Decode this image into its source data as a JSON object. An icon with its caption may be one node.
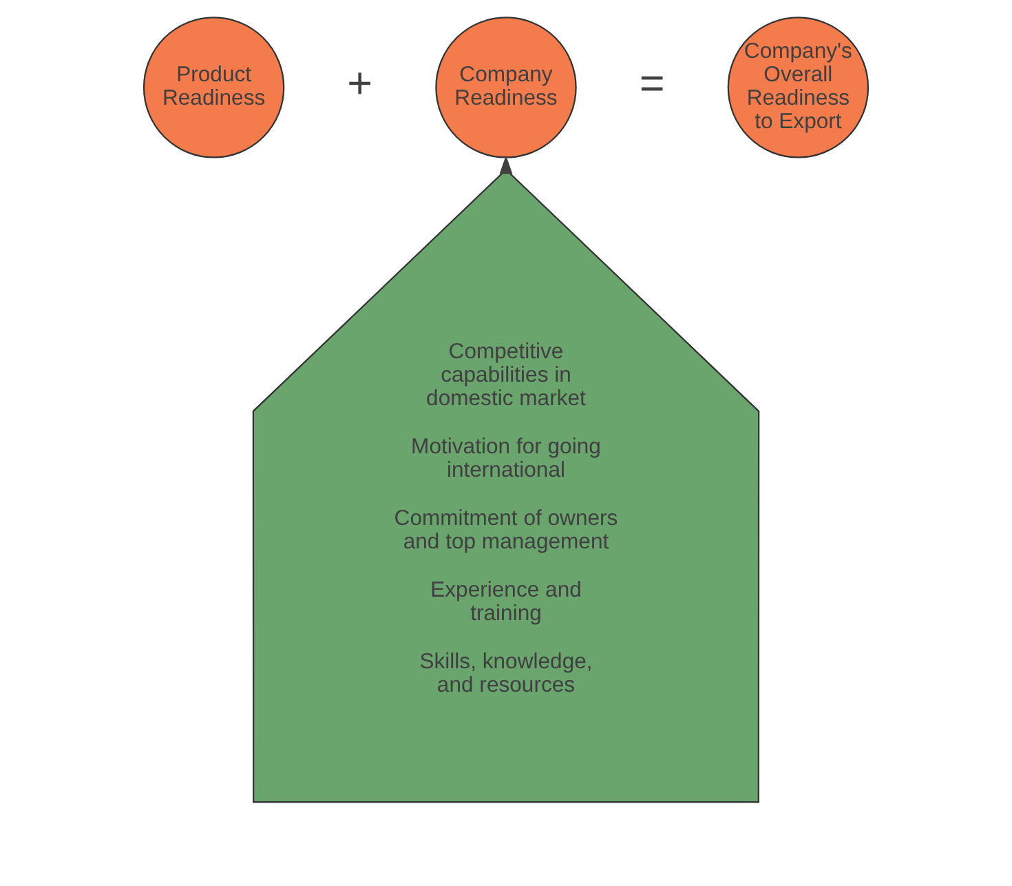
{
  "diagram": {
    "nodes": [
      {
        "text": [
          "Product Readiness"
        ]
      },
      {
        "text": [
          "Company Readiness"
        ]
      },
      {
        "text": [
          "Company's Overall Readiness to Export"
        ]
      },
      {
        "text": [
          "Competitive capabilities in domestic market",
          "Motivation for going international",
          "Commitment of owners and top management",
          "Experience and training",
          "Skills, knowledge, and resources"
        ]
      }
    ],
    "edges": [
      {
        "from": 3,
        "to": 1,
        "arrow": "to"
      }
    ],
    "labels": [
      "+",
      "="
    ]
  }
}
